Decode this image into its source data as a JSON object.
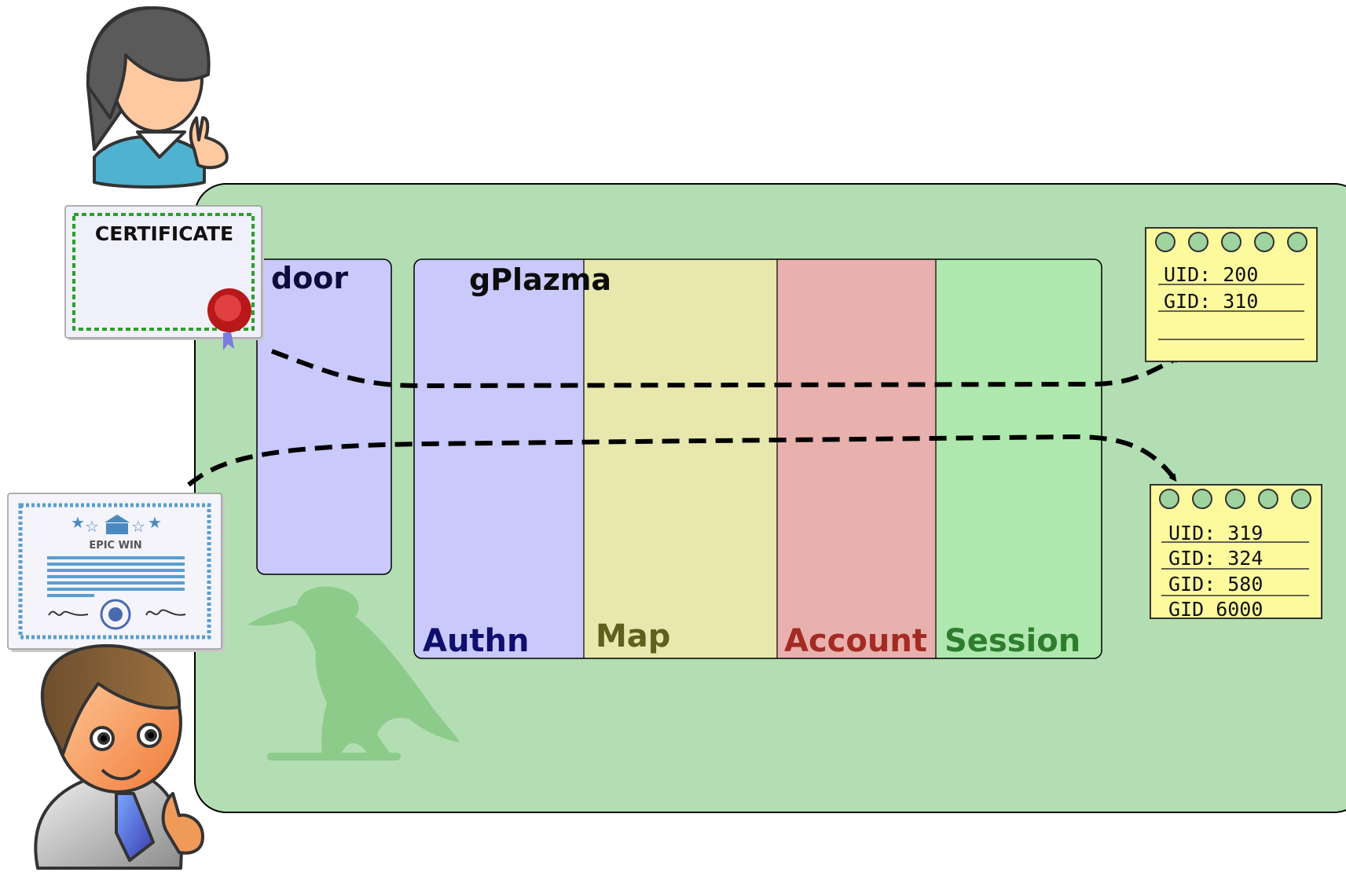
{
  "door": {
    "label": "door",
    "color": "#c9c9fb"
  },
  "gplazma": {
    "title": "gPlazma",
    "phases": [
      {
        "label": "Authn",
        "bg": "#c9c9fb",
        "text_color": "#0f0f6e"
      },
      {
        "label": "Map",
        "bg": "#e8e8ae",
        "text_color": "#5f5f1e"
      },
      {
        "label": "Account",
        "bg": "#e8b1ae",
        "text_color": "#a32b23"
      },
      {
        "label": "Session",
        "bg": "#afe8ae",
        "text_color": "#2e7d2e"
      }
    ]
  },
  "certificate": {
    "title": "CERTIFICATE"
  },
  "diploma": {
    "title": "EPIC WIN"
  },
  "notes": [
    {
      "lines": [
        "UID: 200",
        "GID: 310",
        ""
      ]
    },
    {
      "lines": [
        "UID: 319",
        "GID: 324",
        "GID: 580",
        "GID 6000"
      ]
    }
  ],
  "colors": {
    "container_bg": "#b3ddb3",
    "note_bg": "#fdfa9e",
    "bird": "#8ccb8a",
    "arrow": "#000000"
  },
  "icons": [
    "woman-user-icon",
    "man-user-icon",
    "bird-watermark-icon",
    "wax-seal-icon",
    "certificate-icon",
    "diploma-icon",
    "note-icon"
  ]
}
